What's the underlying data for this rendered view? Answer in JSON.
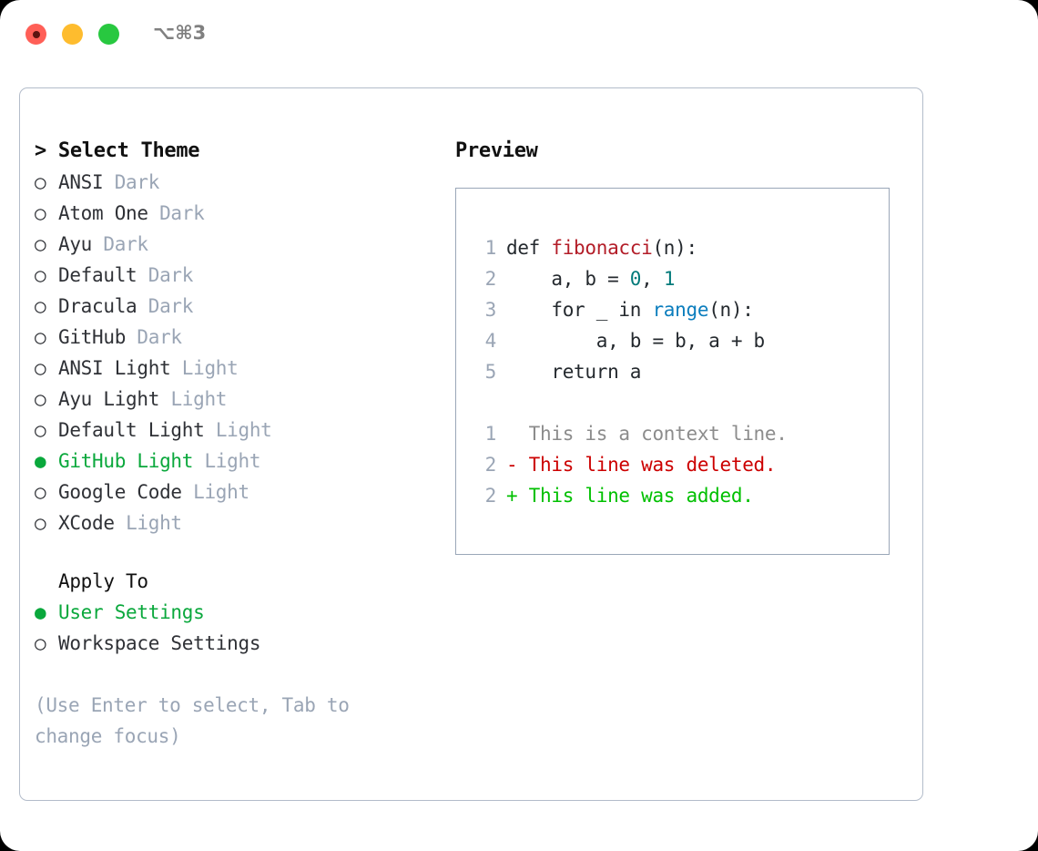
{
  "window": {
    "shortcut": "⌥⌘3",
    "traffic_lights": [
      "close",
      "minimize",
      "maximize"
    ]
  },
  "theme_list": {
    "header": "> Select Theme",
    "items": [
      {
        "marker": "○",
        "label": "ANSI",
        "suffix": "Dark",
        "selected": false
      },
      {
        "marker": "○",
        "label": "Atom One",
        "suffix": "Dark",
        "selected": false
      },
      {
        "marker": "○",
        "label": "Ayu",
        "suffix": "Dark",
        "selected": false
      },
      {
        "marker": "○",
        "label": "Default",
        "suffix": "Dark",
        "selected": false
      },
      {
        "marker": "○",
        "label": "Dracula",
        "suffix": "Dark",
        "selected": false
      },
      {
        "marker": "○",
        "label": "GitHub",
        "suffix": "Dark",
        "selected": false
      },
      {
        "marker": "○",
        "label": "ANSI Light",
        "suffix": "Light",
        "selected": false
      },
      {
        "marker": "○",
        "label": "Ayu Light",
        "suffix": "Light",
        "selected": false
      },
      {
        "marker": "○",
        "label": "Default Light",
        "suffix": "Light",
        "selected": false
      },
      {
        "marker": "●",
        "label": "GitHub Light",
        "suffix": "Light",
        "selected": true
      },
      {
        "marker": "○",
        "label": "Google Code",
        "suffix": "Light",
        "selected": false
      },
      {
        "marker": "○",
        "label": "XCode",
        "suffix": "Light",
        "selected": false
      }
    ]
  },
  "apply_to": {
    "header": "Apply To",
    "items": [
      {
        "marker": "●",
        "label": "User Settings",
        "selected": true
      },
      {
        "marker": "○",
        "label": "Workspace Settings",
        "selected": false
      }
    ]
  },
  "hint": "(Use Enter to select, Tab to change focus)",
  "preview": {
    "header": "Preview",
    "code_lines": [
      {
        "ln": "1",
        "tokens": [
          {
            "t": "def ",
            "c": "plain"
          },
          {
            "t": "fibonacci",
            "c": "fn"
          },
          {
            "t": "(n):",
            "c": "plain"
          }
        ]
      },
      {
        "ln": "2",
        "tokens": [
          {
            "t": "    a, b = ",
            "c": "plain"
          },
          {
            "t": "0",
            "c": "num"
          },
          {
            "t": ", ",
            "c": "plain"
          },
          {
            "t": "1",
            "c": "num"
          }
        ]
      },
      {
        "ln": "3",
        "tokens": [
          {
            "t": "    for _ in ",
            "c": "plain"
          },
          {
            "t": "range",
            "c": "call"
          },
          {
            "t": "(n):",
            "c": "plain"
          }
        ]
      },
      {
        "ln": "4",
        "tokens": [
          {
            "t": "        a, b = b, a + b",
            "c": "plain"
          }
        ]
      },
      {
        "ln": "5",
        "tokens": [
          {
            "t": "    return a",
            "c": "plain"
          }
        ]
      }
    ],
    "diff_lines": [
      {
        "ln": "1",
        "tokens": [
          {
            "t": "  This is a context line.",
            "c": "ctx"
          }
        ]
      },
      {
        "ln": "2",
        "tokens": [
          {
            "t": "- This line was deleted.",
            "c": "del"
          }
        ]
      },
      {
        "ln": "2",
        "tokens": [
          {
            "t": "+ This line was added.",
            "c": "add"
          }
        ]
      }
    ]
  },
  "colors": {
    "accent_green": "#0aa83c",
    "muted": "#9aa5b5",
    "border": "#b3bcca",
    "preview_border": "#9aa7b8",
    "fn": "#b31d28",
    "num": "#017a7a",
    "call": "#0b7dbd",
    "diff_add": "#00c000",
    "diff_del": "#cc0000",
    "light_red": "#ff5f57",
    "light_yellow": "#febc2e",
    "light_green": "#28c840"
  }
}
